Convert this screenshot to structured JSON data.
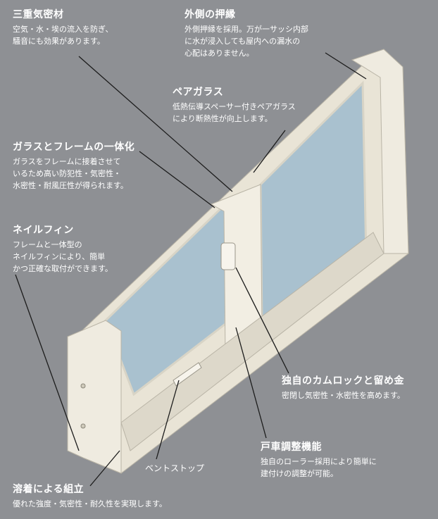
{
  "colors": {
    "background": "#8e9094",
    "frame": "#e9e4d6",
    "glass": "#a9c1cf",
    "leader": "#1c1c1c",
    "text": "#ffffff"
  },
  "callouts": {
    "triple_seal": {
      "title": "三重気密材",
      "lines": [
        "空気・水・埃の流入を防ぎ、",
        "騒音にも効果があります。"
      ]
    },
    "outer_bead": {
      "title": "外側の押縁",
      "lines": [
        "外側押縁を採用。万が一サッシ内部",
        "に水が浸入しても屋内への漏水の",
        "心配はありません。"
      ]
    },
    "pair_glass": {
      "title": "ペアガラス",
      "lines": [
        "低熱伝導スペーサー付きペアガラス",
        "により断熱性が向上します。"
      ]
    },
    "glass_frame": {
      "title": "ガラスとフレームの一体化",
      "lines": [
        "ガラスをフレームに接着させて",
        "いるため高い防犯性・気密性・",
        "水密性・耐風圧性が得られます。"
      ]
    },
    "nail_fin": {
      "title": "ネイルフィン",
      "lines": [
        "フレームと一体型の",
        "ネイルフィンにより、簡単",
        "かつ正確な取付ができます。"
      ]
    },
    "cam_lock": {
      "title": "独自のカムロックと留め金",
      "lines": [
        "密閉し気密性・水密性を高めます。"
      ]
    },
    "roller": {
      "title": "戸車調整機能",
      "lines": [
        "独自のローラー採用により簡単に",
        "建付けの調整が可能。"
      ]
    },
    "welded": {
      "title": "溶着による組立",
      "lines": [
        "優れた強度・気密性・耐久性を実現します。"
      ]
    },
    "vent_stop": {
      "title": "ベントストップ"
    }
  }
}
